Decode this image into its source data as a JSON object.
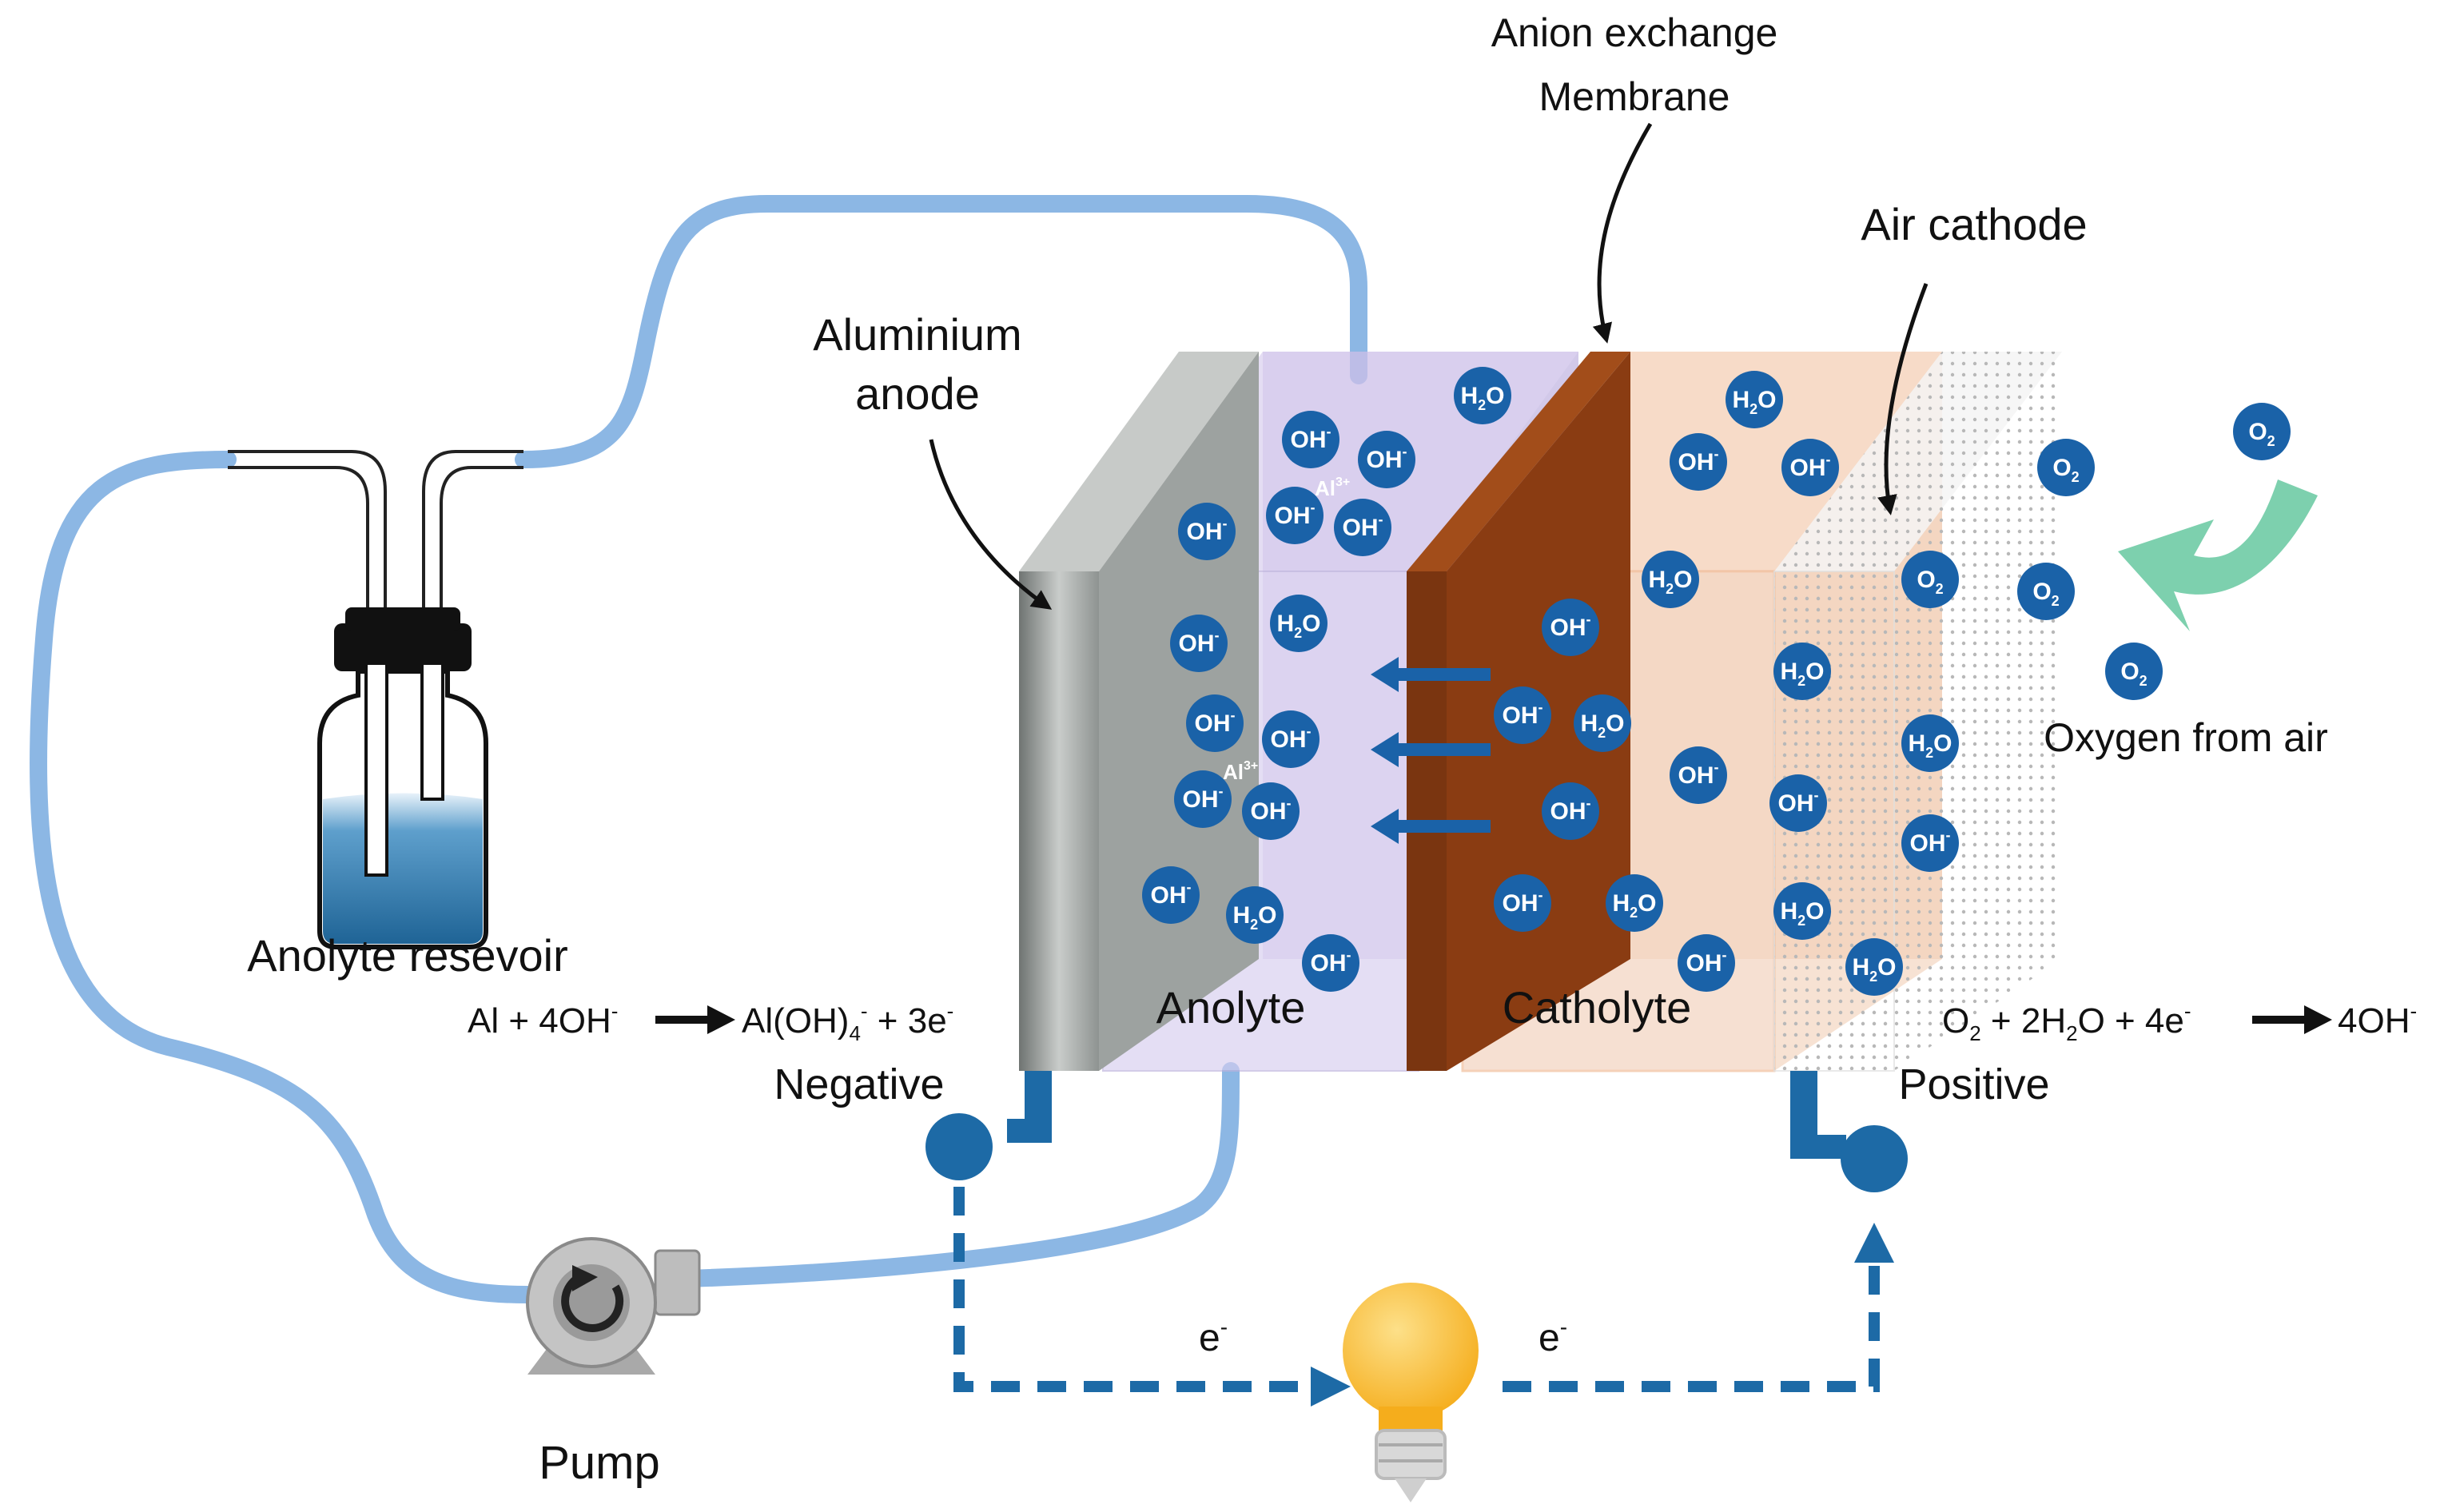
{
  "labels": {
    "membrane_line1": "Anion exchange",
    "membrane_line2": "Membrane",
    "air_cathode": "Air cathode",
    "anode_line1": "Aluminium",
    "anode_line2": "anode",
    "reservoir": "Anolyte resevoir",
    "anolyte": "Anolyte",
    "catholyte": "Catholyte",
    "negative": "Negative",
    "positive": "Positive",
    "pump": "Pump",
    "oxygen_from_air": "Oxygen from air",
    "electron_left": "e",
    "electron_right": "e",
    "electron_charge": "-"
  },
  "reactions": {
    "anode": {
      "a": "Al + 4OH",
      "a_sup": "-",
      "b": "Al(OH)",
      "b_sub": "4",
      "b_sup": "-",
      "c": " + 3e",
      "c_sup": "-"
    },
    "cathode": {
      "a": "O",
      "a_sub": "2",
      "b": " + 2H",
      "b_sub": "2",
      "c": "O + 4e",
      "c_sup": "-",
      "d": "4OH",
      "d_sup": "-"
    }
  },
  "species": {
    "hydroxide": "OH",
    "hydroxide_charge": "-",
    "water_h": "H",
    "water_sub": "2",
    "water_o": "O",
    "oxygen": "O",
    "oxygen_sub": "2",
    "aluminium_ion": "Al",
    "aluminium_charge": "3+"
  },
  "colors": {
    "tubing": "#8cb7e4",
    "species_blue": "#1a62a8",
    "membrane": "#8a3c12",
    "anolyte_tint": "#c9bde6",
    "catholyte_tint": "#f2c1a0",
    "bulb": "#f7b52a",
    "oxygen_arrow": "#7dd0ae",
    "wire": "#1d6aa6"
  }
}
